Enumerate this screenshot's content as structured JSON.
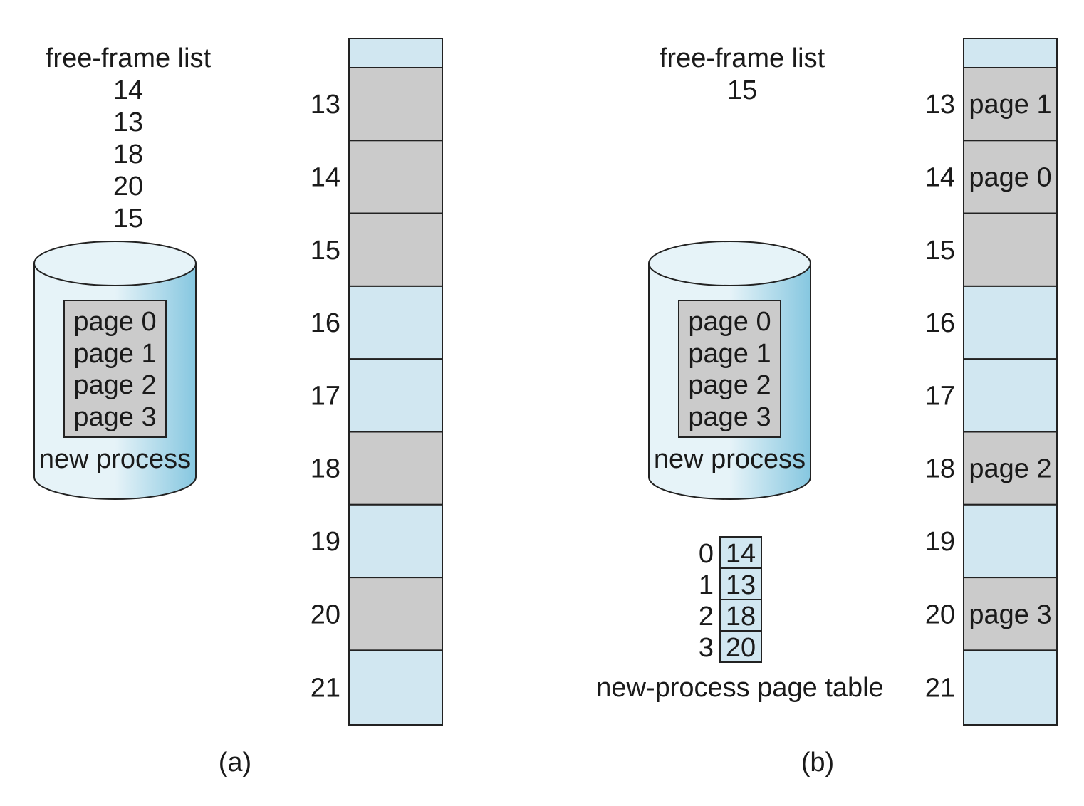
{
  "colors": {
    "free_frame": "#d1e7f1",
    "used_frame": "#cbcbcb",
    "disk_light": "#e6f3f8",
    "disk_dark": "#86c7e0",
    "line": "#222222"
  },
  "panel_a": {
    "caption": "(a)",
    "free_list_title": "free-frame list",
    "free_list": [
      "14",
      "13",
      "18",
      "20",
      "15"
    ],
    "disk": {
      "pages": [
        "page 0",
        "page 1",
        "page 2",
        "page 3"
      ],
      "label": "new process"
    },
    "memory": [
      {
        "frame": "",
        "state": "free",
        "content": ""
      },
      {
        "frame": "13",
        "state": "used",
        "content": ""
      },
      {
        "frame": "14",
        "state": "used",
        "content": ""
      },
      {
        "frame": "15",
        "state": "used",
        "content": ""
      },
      {
        "frame": "16",
        "state": "free",
        "content": ""
      },
      {
        "frame": "17",
        "state": "free",
        "content": ""
      },
      {
        "frame": "18",
        "state": "used",
        "content": ""
      },
      {
        "frame": "19",
        "state": "free",
        "content": ""
      },
      {
        "frame": "20",
        "state": "used",
        "content": ""
      },
      {
        "frame": "21",
        "state": "free",
        "content": ""
      }
    ]
  },
  "panel_b": {
    "caption": "(b)",
    "free_list_title": "free-frame list",
    "free_list": [
      "15"
    ],
    "disk": {
      "pages": [
        "page 0",
        "page 1",
        "page 2",
        "page 3"
      ],
      "label": "new process"
    },
    "page_table": {
      "rows": [
        {
          "index": "0",
          "frame": "14"
        },
        {
          "index": "1",
          "frame": "13"
        },
        {
          "index": "2",
          "frame": "18"
        },
        {
          "index": "3",
          "frame": "20"
        }
      ],
      "label": "new-process page table"
    },
    "memory": [
      {
        "frame": "",
        "state": "free",
        "content": ""
      },
      {
        "frame": "13",
        "state": "used",
        "content": "page 1"
      },
      {
        "frame": "14",
        "state": "used",
        "content": "page 0"
      },
      {
        "frame": "15",
        "state": "used",
        "content": ""
      },
      {
        "frame": "16",
        "state": "free",
        "content": ""
      },
      {
        "frame": "17",
        "state": "free",
        "content": ""
      },
      {
        "frame": "18",
        "state": "used",
        "content": "page 2"
      },
      {
        "frame": "19",
        "state": "free",
        "content": ""
      },
      {
        "frame": "20",
        "state": "used",
        "content": "page 3"
      },
      {
        "frame": "21",
        "state": "free",
        "content": ""
      }
    ]
  }
}
